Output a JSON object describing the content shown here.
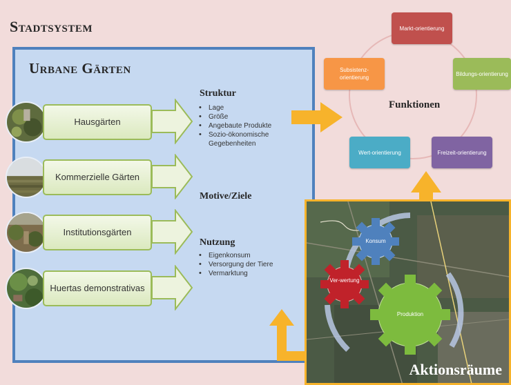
{
  "title": "Stadtsystem",
  "urbane_title": "Urbane Gärten",
  "gardens": [
    {
      "label": "Hausgärten"
    },
    {
      "label": "Kommerzielle Gärten"
    },
    {
      "label": "Institutionsgärten"
    },
    {
      "label": "Huertas demonstrativas"
    }
  ],
  "struktur": {
    "heading": "Struktur",
    "items": [
      "Lage",
      "Größe",
      "Angebaute Produkte",
      "Sozio-ökonomische Gegebenheiten"
    ]
  },
  "motive": {
    "heading": "Motive/Ziele"
  },
  "nutzung": {
    "heading": "Nutzung",
    "items": [
      "Eigenkonsum",
      "Versorgung der Tiere",
      "Vermarktung"
    ]
  },
  "funktionen": {
    "label": "Funktionen",
    "boxes": [
      {
        "label": "Markt-orientierung",
        "color": "#c0504d"
      },
      {
        "label": "Bildungs-orientierung",
        "color": "#9bbb59"
      },
      {
        "label": "Freizeit-orientierung",
        "color": "#8064a2"
      },
      {
        "label": "Wert-orientierung",
        "color": "#4bacc6"
      },
      {
        "label": "Subsistenz-orientierung",
        "color": "#f79646"
      }
    ]
  },
  "aktionsraeume": {
    "label": "Aktionsräume",
    "gears": {
      "konsum": "Konsum",
      "verwertung": "Ver-wertung",
      "produktion": "Produktion"
    }
  },
  "colors": {
    "slide_bg": "#f2dcdb",
    "urbane_bg": "#c6d9f1",
    "urbane_border": "#4f81bd",
    "arrow_orange": "#f7b32b",
    "garden_green": "#9bbb59"
  }
}
